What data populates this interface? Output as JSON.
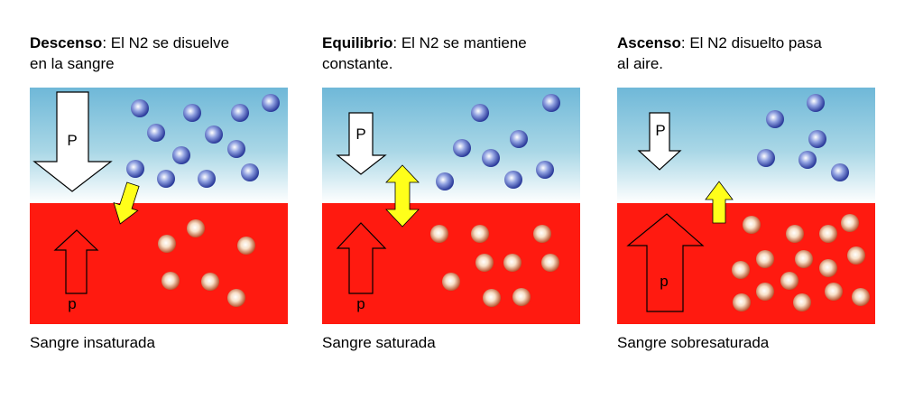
{
  "panels": [
    {
      "heading": "Descenso",
      "description": ": El N2 se disuelve\n en la sangre",
      "top_arrow_label": "P",
      "bottom_arrow_label": "p",
      "footer": "Sangre insaturada",
      "transfer_direction": "down"
    },
    {
      "heading": "Equilibrio",
      "description": ": El N2 se mantiene\nconstante.",
      "top_arrow_label": "P",
      "bottom_arrow_label": "p",
      "footer": "Sangre saturada",
      "transfer_direction": "both"
    },
    {
      "heading": "Ascenso",
      "description": ": El N2 disuelto pasa\nal aire.",
      "top_arrow_label": "P",
      "bottom_arrow_label": "p",
      "footer": "Sangre sobresaturada",
      "transfer_direction": "up"
    }
  ],
  "colors": {
    "air_top": "#6fb8d8",
    "air_bottom": "#ffffff",
    "blood": "#ff1a10",
    "transfer_arrow": "#ffff1a"
  }
}
